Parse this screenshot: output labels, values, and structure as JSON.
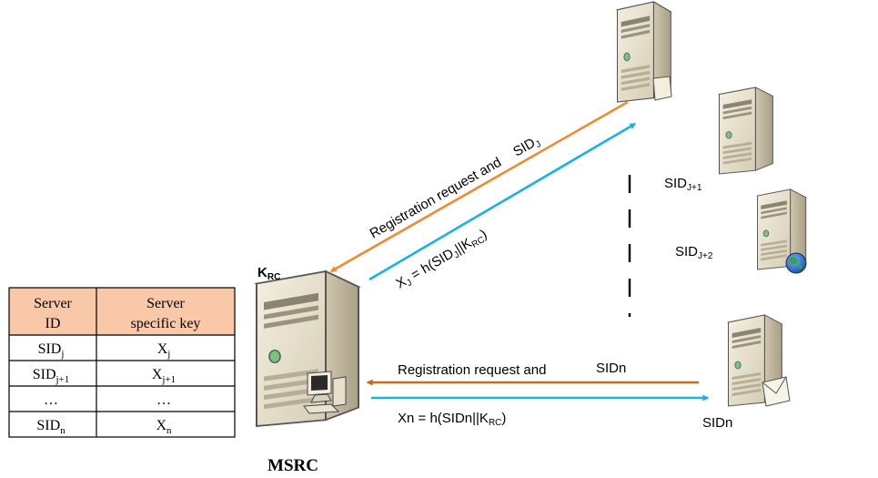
{
  "colors": {
    "request_arrow": "#f08a30",
    "response_arrow": "#1ab0e8",
    "table_header_fill": "#f9c8a8",
    "server_body": "#ede7d6",
    "server_front": "#d8cfb8"
  },
  "main_server": {
    "key_label_main": "K",
    "key_label_sub": "RC",
    "name": "MSRC"
  },
  "table": {
    "header": {
      "col1_line1": "Server",
      "col1_line2": "ID",
      "col2_line1": "Server",
      "col2_line2": "specific key"
    },
    "rows": [
      {
        "id_main": "SID",
        "id_sub": "j",
        "key_main": "X",
        "key_sub": "j"
      },
      {
        "id_main": "SID",
        "id_sub": "j+1",
        "key_main": "X",
        "key_sub": "j+1"
      },
      {
        "id_main": "…",
        "id_sub": "",
        "key_main": "…",
        "key_sub": ""
      },
      {
        "id_main": "SID",
        "id_sub": "n",
        "key_main": "X",
        "key_sub": "n"
      }
    ]
  },
  "upper_exchange": {
    "request_text": "Registration request and",
    "request_sid_main": "SID",
    "request_sid_sub": "J",
    "response_x_main": "X",
    "response_x_sub": "J",
    "response_mid": " = h(SID",
    "response_sid_sub": "J",
    "response_sep": "||K",
    "response_k_sub": "RC",
    "response_end": ")"
  },
  "lower_exchange": {
    "request_text": "Registration request and",
    "request_sid": "SIDn",
    "response_main": "Xn = h(SIDn||K",
    "response_k_sub": "RC",
    "response_end": ")"
  },
  "servers": {
    "j1": {
      "main": "SID",
      "sub": "J+1"
    },
    "j2": {
      "main": "SID",
      "sub": "J+2"
    },
    "n": {
      "main": "SIDn"
    }
  }
}
